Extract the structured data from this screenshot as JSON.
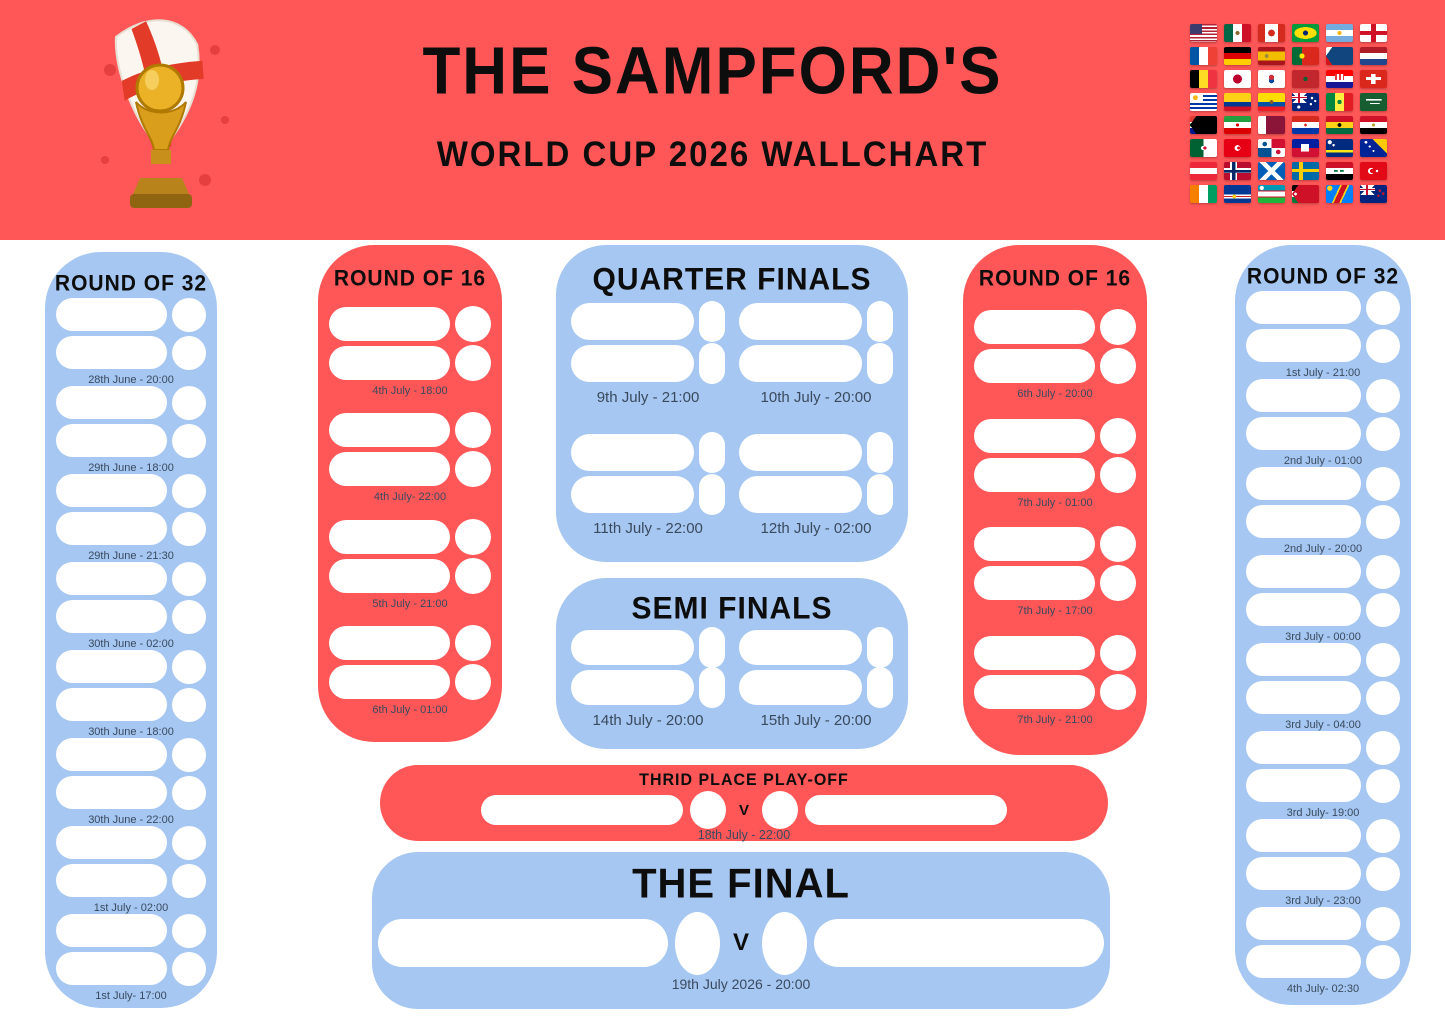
{
  "header": {
    "title": "THE SAMPFORD'S",
    "subtitle": "WORLD CUP 2026 WALLCHART",
    "trophy_icon": "world-cup-trophy-with-england-flag",
    "flags": [
      "usa",
      "mexico",
      "canada",
      "brazil",
      "argentina",
      "england",
      "france",
      "germany",
      "spain",
      "portugal",
      "czech-republic",
      "netherlands",
      "belgium",
      "japan",
      "south-korea",
      "morocco",
      "croatia",
      "switzerland",
      "uruguay",
      "colombia",
      "ecuador",
      "australia",
      "senegal",
      "saudi-arabia",
      "south-africa",
      "iran",
      "qatar",
      "paraguay",
      "ghana",
      "egypt",
      "algeria",
      "tunisia",
      "panama",
      "haiti",
      "curacao",
      "bosnia-herzegovina",
      "austria",
      "norway",
      "scotland",
      "sweden",
      "iraq",
      "turkey",
      "ivory-coast",
      "cape-verde",
      "uzbekistan",
      "jordan",
      "dr-congo",
      "new-zealand"
    ]
  },
  "colors": {
    "banner_red": "#FF5757",
    "panel_blue": "#A5C7F2",
    "slot_white": "#FFFFFF",
    "date_text": "#3A4A5E",
    "title_text": "#0D0D0D"
  },
  "round_of_32_left": {
    "title": "ROUND OF 32",
    "matches": [
      "28th June - 20:00",
      "29th June - 18:00",
      "29th June - 21:30",
      "30th June - 02:00",
      "30th June - 18:00",
      "30th June - 22:00",
      "1st July - 02:00",
      "1st July- 17:00"
    ]
  },
  "round_of_16_left": {
    "title": "ROUND OF 16",
    "matches": [
      "4th July - 18:00",
      "4th July- 22:00",
      "5th July - 21:00",
      "6th July - 01:00"
    ]
  },
  "quarter_finals": {
    "title": "QUARTER FINALS",
    "matches": [
      "9th July - 21:00",
      "10th July - 20:00",
      "11th July - 22:00",
      "12th July - 02:00"
    ]
  },
  "semi_finals": {
    "title": "SEMI FINALS",
    "matches": [
      "14th July - 20:00",
      "15th July - 20:00"
    ]
  },
  "third_place": {
    "title": "THRID PLACE PLAY-OFF",
    "vs_label": "V",
    "date": "18th July - 22:00"
  },
  "final": {
    "title": "THE FINAL",
    "vs_label": "V",
    "date": "19th July 2026 - 20:00"
  },
  "round_of_16_right": {
    "title": "ROUND OF 16",
    "matches": [
      "6th July - 20:00",
      "7th July - 01:00",
      "7th July - 17:00",
      "7th July - 21:00"
    ]
  },
  "round_of_32_right": {
    "title": "ROUND OF 32",
    "matches": [
      "1st July - 21:00",
      "2nd July - 01:00",
      "2nd July - 20:00",
      "3rd July - 00:00",
      "3rd July - 04:00",
      "3rd July- 19:00",
      "3rd July - 23:00",
      "4th July- 02:30"
    ]
  }
}
